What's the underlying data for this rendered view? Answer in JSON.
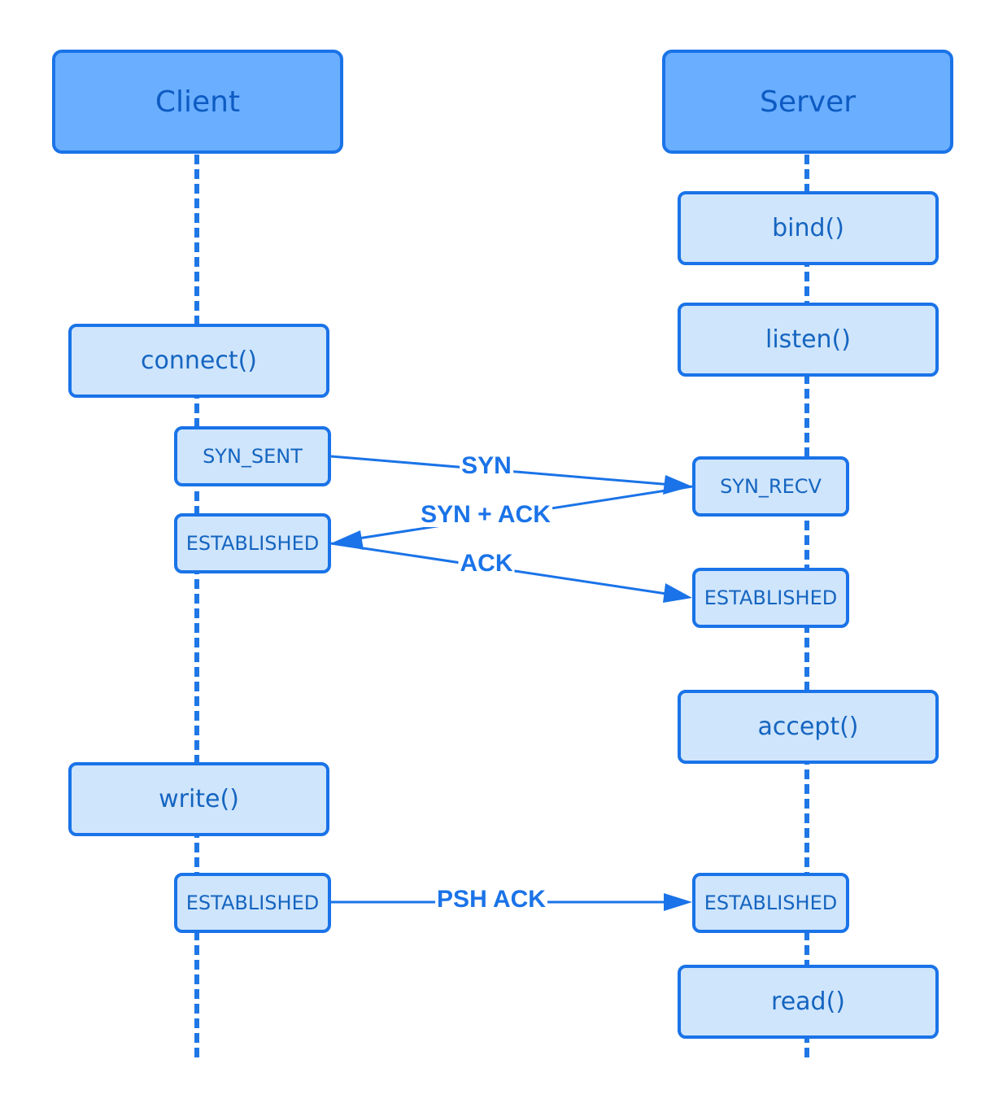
{
  "participants": {
    "client": "Client",
    "server": "Server"
  },
  "client": {
    "connect": "connect()",
    "syn_sent": "SYN_SENT",
    "established_1": "ESTABLISHED",
    "write": "write()",
    "established_2": "ESTABLISHED"
  },
  "server": {
    "bind": "bind()",
    "listen": "listen()",
    "syn_recv": "SYN_RECV",
    "established_1": "ESTABLISHED",
    "accept": "accept()",
    "established_2": "ESTABLISHED",
    "read": "read()"
  },
  "messages": {
    "syn": "SYN",
    "syn_ack": "SYN + ACK",
    "ack": "ACK",
    "psh_ack": "PSH ACK"
  },
  "colors": {
    "stroke": "#1a73e8",
    "header_fill": "#6aaeff",
    "box_fill": "#cfe5fc",
    "text": "#1565c0"
  }
}
